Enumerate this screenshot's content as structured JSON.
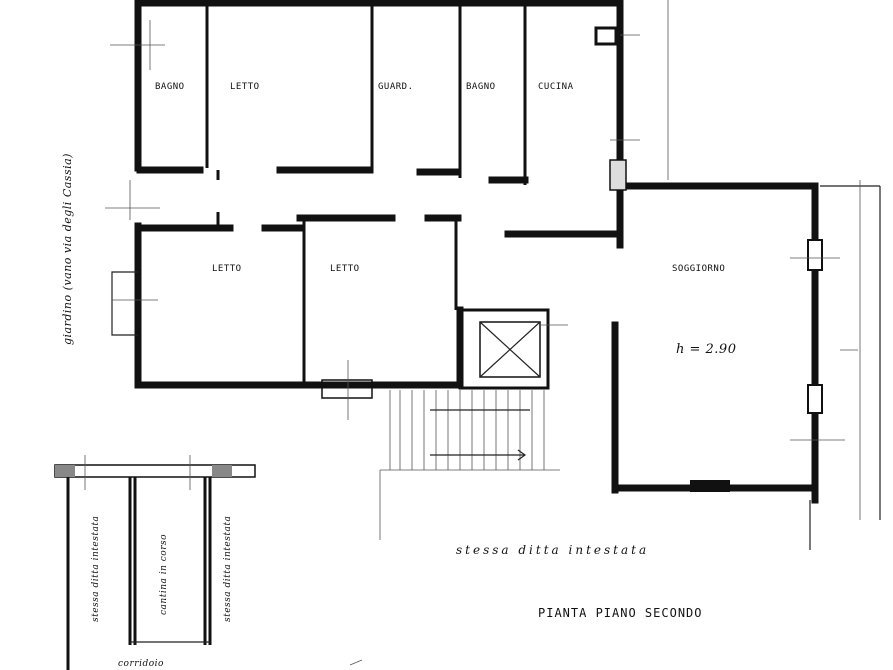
{
  "rooms": {
    "bagno1": "BAGNO",
    "letto1": "LETTO",
    "guard": "GUARD.",
    "bagno2": "BAGNO",
    "cucina": "CUCINA",
    "letto2": "LETTO",
    "letto3": "LETTO",
    "soggiorno": "SOGGIORNO",
    "height": "h = 2.90"
  },
  "annotations": {
    "left_vertical": "giardino (vano via degli Cassia)",
    "bottom_note": "stessa ditta intestata",
    "plan_title": "PIANTA PIANO SECONDO",
    "cellar_left": "stessa ditta intestata",
    "cellar_mid": "cantina in corso",
    "cellar_right": "stessa ditta intestata",
    "bottom_partial": "corridoio"
  }
}
